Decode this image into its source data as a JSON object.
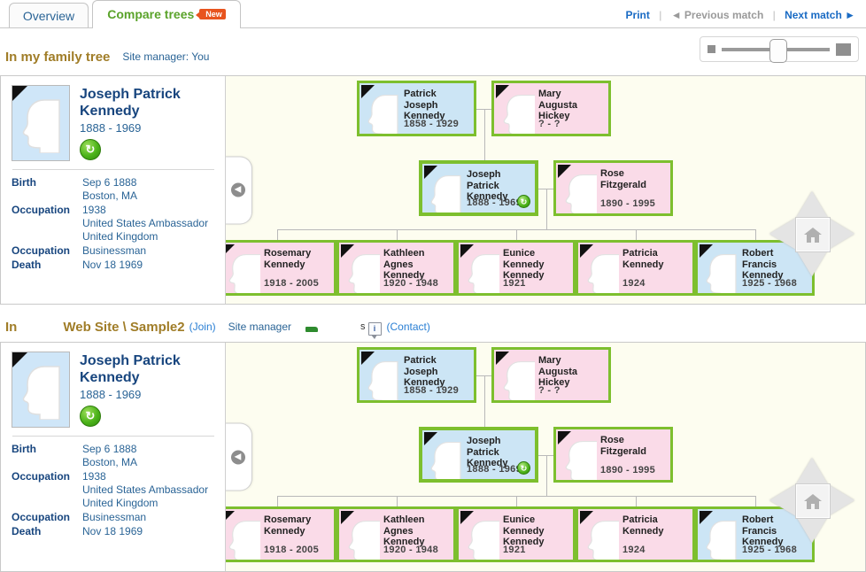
{
  "tabs": [
    {
      "label": "Overview",
      "active": false
    },
    {
      "label": "Compare trees",
      "active": true,
      "badge": "New"
    }
  ],
  "toplinks": {
    "print": "Print",
    "previous": "◄ Previous match",
    "next": "Next match ►",
    "separator": "|"
  },
  "zoom_control": {
    "name": "tree-zoom-slider",
    "value": "44"
  },
  "sections": [
    {
      "id": "my-tree",
      "header": {
        "title": "In my family tree",
        "site_manager": "Site manager: You"
      },
      "person": {
        "name": "Joseph Patrick Kennedy",
        "dates": "1888 - 1969",
        "facts": [
          {
            "key": "Birth",
            "values": [
              "Sep 6 1888",
              "Boston, MA"
            ]
          },
          {
            "key": "Occupation",
            "values": [
              "1938",
              "United States Ambassador",
              "United Kingdom"
            ]
          },
          {
            "key": "Occupation",
            "values": [
              "Businessman"
            ]
          },
          {
            "key": "Death",
            "values": [
              "Nov 18 1969"
            ]
          }
        ]
      },
      "tree": {
        "grandparents": [
          {
            "name": "Patrick Joseph Kennedy",
            "dates": "1858 - 1929",
            "sex": "m"
          },
          {
            "name": "Mary Augusta Hickey",
            "dates": "? - ?",
            "sex": "f"
          }
        ],
        "parents": [
          {
            "name": "Joseph Patrick Kennedy",
            "dates": "1888 - 1969",
            "sex": "m",
            "focus": true,
            "badge": true
          },
          {
            "name": "Rose Fitzgerald",
            "dates": "1890 - 1995",
            "sex": "f"
          }
        ],
        "children": [
          {
            "name": "Rosemary Kennedy",
            "dates": "1918 - 2005",
            "sex": "f"
          },
          {
            "name": "Kathleen Agnes Kennedy",
            "dates": "1920 - 1948",
            "sex": "f"
          },
          {
            "name": "Eunice Kennedy Kennedy",
            "dates": "1921",
            "sex": "f"
          },
          {
            "name": "Patricia Kennedy",
            "dates": "1924",
            "sex": "f"
          },
          {
            "name": "Robert Francis Kennedy",
            "dates": "1925 - 1968",
            "sex": "m"
          }
        ]
      }
    },
    {
      "id": "sample-site",
      "header": {
        "in": "In",
        "title": "Web Site \\ Sample2",
        "join": "(Join)",
        "site_manager": "Site manager",
        "manager_initial": "s",
        "info_icon": "i",
        "contact": "(Contact)"
      },
      "person": {
        "name": "Joseph Patrick Kennedy",
        "dates": "1888 - 1969",
        "facts": [
          {
            "key": "Birth",
            "values": [
              "Sep 6 1888",
              "Boston, MA"
            ]
          },
          {
            "key": "Occupation",
            "values": [
              "1938",
              "United States Ambassador",
              "United Kingdom"
            ]
          },
          {
            "key": "Occupation",
            "values": [
              "Businessman"
            ]
          },
          {
            "key": "Death",
            "values": [
              "Nov 18 1969"
            ]
          }
        ]
      },
      "tree": {
        "grandparents": [
          {
            "name": "Patrick Joseph Kennedy",
            "dates": "1858 - 1929",
            "sex": "m"
          },
          {
            "name": "Mary Augusta Hickey",
            "dates": "? - ?",
            "sex": "f"
          }
        ],
        "parents": [
          {
            "name": "Joseph Patrick Kennedy",
            "dates": "1888 - 1969",
            "sex": "m",
            "focus": true,
            "badge": true
          },
          {
            "name": "Rose Fitzgerald",
            "dates": "1890 - 1995",
            "sex": "f"
          }
        ],
        "children": [
          {
            "name": "Rosemary Kennedy",
            "dates": "1918 - 2005",
            "sex": "f"
          },
          {
            "name": "Kathleen Agnes Kennedy",
            "dates": "1920 - 1948",
            "sex": "f"
          },
          {
            "name": "Eunice Kennedy Kennedy",
            "dates": "1921",
            "sex": "f"
          },
          {
            "name": "Patricia Kennedy",
            "dates": "1924",
            "sex": "f"
          },
          {
            "name": "Robert Francis Kennedy",
            "dates": "1925 - 1968",
            "sex": "m"
          }
        ]
      }
    }
  ],
  "navpad": {
    "up": "pan-up",
    "down": "pan-down",
    "left": "pan-left",
    "right": "pan-right",
    "home": "recenter-home"
  },
  "collapse_handle": "◄",
  "colors": {
    "male": "#cce5f5",
    "female": "#fadbe8",
    "node_border": "#7dbf2e",
    "canvas": "#fdfdf0",
    "title": "#a07d28",
    "link": "#1a6bc4",
    "active_tab": "#5aa32a",
    "badge": "#e8541e"
  }
}
